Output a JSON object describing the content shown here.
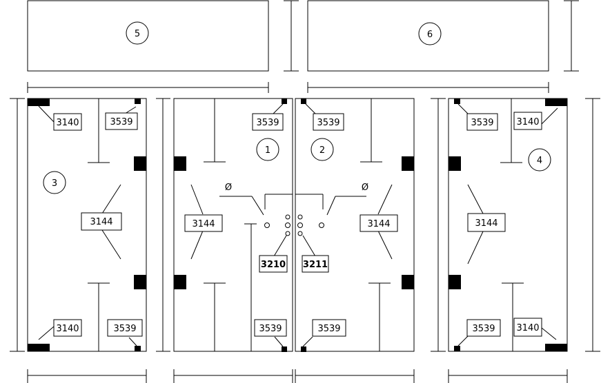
{
  "panels": {
    "five": "5",
    "six": "6",
    "one": "1",
    "two": "2",
    "three": "3",
    "four": "4"
  },
  "parts": {
    "p3140": "3140",
    "p3539": "3539",
    "p3144": "3144",
    "p3210": "3210",
    "p3211": "3211"
  },
  "symbols": {
    "diameter": "Ø"
  },
  "colors": {
    "line": "#000000",
    "background": "#ffffff"
  }
}
